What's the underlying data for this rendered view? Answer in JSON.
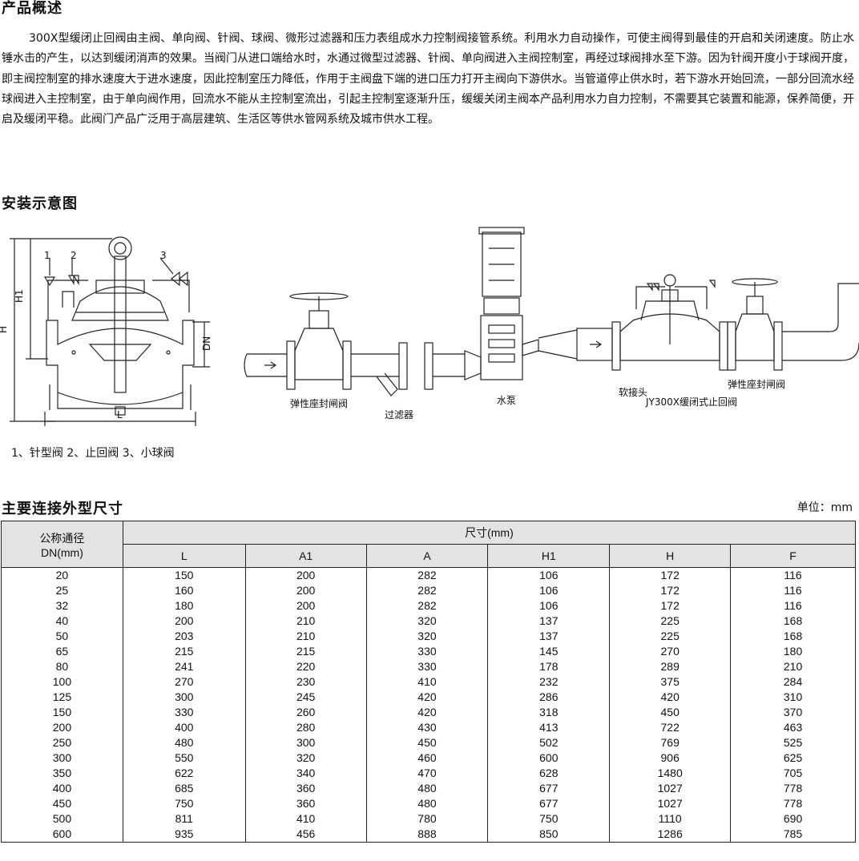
{
  "overview": {
    "heading": "产品概述",
    "text": "300X型缓闭止回阀由主阀、单向阀、针阀、球阀、微形过滤器和压力表组成水力控制阀接管系统。利用水力自动操作，可使主阀得到最佳的开启和关闭速度。防止水锤水击的产生，以达到缓闭消声的效果。当阀门从进口端给水时，水通过微型过滤器、针阀、单向阀进入主阀控制室，再经过球阀排水至下游。因为针阀开度小于球阀开度，即主阀控制室的排水速度大于进水速度，因此控制室压力降低，作用于主阀盘下端的进口压力打开主阀向下游供水。当管道停止供水时，若下游水开始回流，一部分回流水经球阀进入主控制室，由于单向阀作用，回流水不能从主控制室流出，引起主控制室逐渐升压，缓缓关闭主阀本产品利用水力自力控制，不需要其它装置和能源，保养简便，开启及缓闭平稳。此阀门产品广泛用于高层建筑、生活区等供水管网系统及城市供水工程。"
  },
  "install": {
    "heading": "安装示意图",
    "dim_labels": {
      "h1": "H1",
      "h": "H",
      "dn": "DN",
      "l": "L",
      "n1": "1",
      "n2": "2",
      "n3": "3"
    },
    "captions": {
      "gate_valve_1": "弹性座封闸阀",
      "filter": "过滤器",
      "pump": "水泵",
      "soft_joint": "软接头",
      "check_valve": "JY300X缓闭式止回阀",
      "gate_valve_2": "弹性座封闸阀"
    },
    "legend": "1、针型阀 2、止回阀 3、小球阀"
  },
  "dimensions": {
    "heading": "主要连接外型尺寸",
    "unit_note": "单位：mm",
    "dn_header": "公称通径",
    "dn_header_unit": "DN(mm)",
    "group_header": "尺寸(mm)",
    "columns": [
      "L",
      "A1",
      "A",
      "H1",
      "H",
      "F"
    ],
    "rows": [
      [
        "20",
        "150",
        "200",
        "282",
        "106",
        "172",
        "116"
      ],
      [
        "25",
        "160",
        "200",
        "282",
        "106",
        "172",
        "116"
      ],
      [
        "32",
        "180",
        "200",
        "282",
        "106",
        "172",
        "116"
      ],
      [
        "40",
        "200",
        "210",
        "320",
        "137",
        "225",
        "168"
      ],
      [
        "50",
        "203",
        "210",
        "320",
        "137",
        "225",
        "168"
      ],
      [
        "65",
        "215",
        "215",
        "330",
        "145",
        "270",
        "180"
      ],
      [
        "80",
        "241",
        "220",
        "330",
        "178",
        "289",
        "210"
      ],
      [
        "100",
        "270",
        "230",
        "410",
        "232",
        "375",
        "284"
      ],
      [
        "125",
        "300",
        "245",
        "420",
        "286",
        "420",
        "310"
      ],
      [
        "150",
        "330",
        "260",
        "420",
        "318",
        "450",
        "370"
      ],
      [
        "200",
        "400",
        "280",
        "430",
        "413",
        "722",
        "463"
      ],
      [
        "250",
        "480",
        "300",
        "450",
        "502",
        "769",
        "525"
      ],
      [
        "300",
        "550",
        "320",
        "460",
        "600",
        "906",
        "625"
      ],
      [
        "350",
        "622",
        "340",
        "470",
        "628",
        "1480",
        "705"
      ],
      [
        "400",
        "685",
        "360",
        "480",
        "677",
        "1027",
        "778"
      ],
      [
        "450",
        "750",
        "360",
        "480",
        "677",
        "1027",
        "778"
      ],
      [
        "500",
        "811",
        "410",
        "780",
        "750",
        "1110",
        "690"
      ],
      [
        "600",
        "935",
        "456",
        "888",
        "850",
        "1286",
        "785"
      ]
    ]
  }
}
